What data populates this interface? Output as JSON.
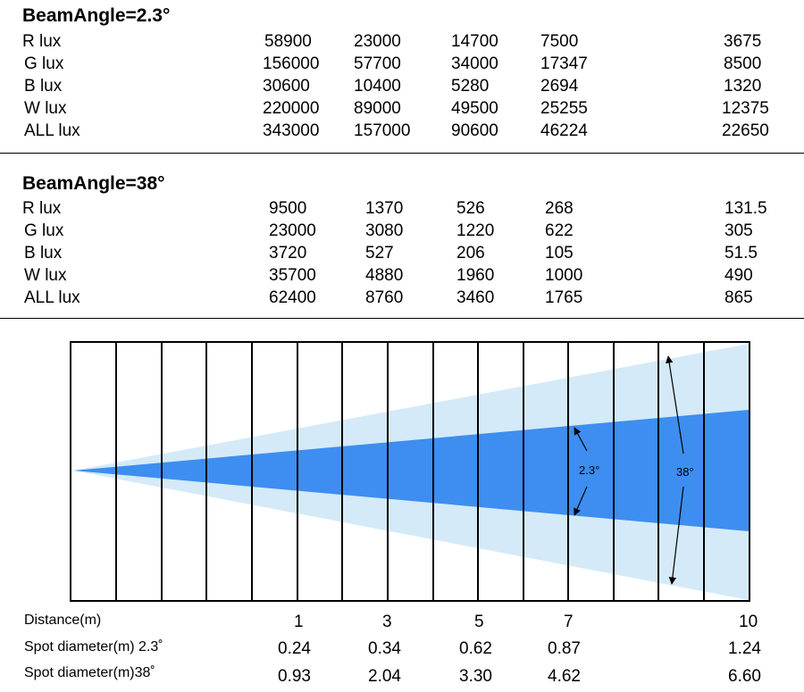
{
  "table1": {
    "title": "BeamAngle=2.3°",
    "rows": [
      {
        "label": "R lux",
        "values": [
          "58900",
          "23000",
          "14700",
          "7500",
          "3675"
        ]
      },
      {
        "label": "G lux",
        "values": [
          "156000",
          "57700",
          "34000",
          "17347",
          "8500"
        ]
      },
      {
        "label": "B lux",
        "values": [
          "30600",
          "10400",
          "5280",
          "2694",
          "1320"
        ]
      },
      {
        "label": "W lux",
        "values": [
          "220000",
          "89000",
          "49500",
          "25255",
          "12375"
        ]
      },
      {
        "label": "ALL lux",
        "values": [
          "343000",
          "157000",
          "90600",
          "46224",
          "22650"
        ]
      }
    ]
  },
  "table2": {
    "title": "BeamAngle=38°",
    "rows": [
      {
        "label": "R lux",
        "values": [
          "9500",
          "1370",
          "526",
          "268",
          "131.5"
        ]
      },
      {
        "label": "G lux",
        "values": [
          "23000",
          "3080",
          "1220",
          "622",
          "305"
        ]
      },
      {
        "label": "B lux",
        "values": [
          "3720",
          "527",
          "206",
          "105",
          "51.5"
        ]
      },
      {
        "label": "W lux",
        "values": [
          "35700",
          "4880",
          "1960",
          "1000",
          "490"
        ]
      },
      {
        "label": "ALL lux",
        "values": [
          "62400",
          "8760",
          "3460",
          "1765",
          "865"
        ]
      }
    ]
  },
  "diagram": {
    "narrow_angle_label": "2.3°",
    "wide_angle_label": "38°",
    "colors": {
      "narrow_beam": "#3d8ef0",
      "wide_beam": "#d4eaf8"
    }
  },
  "bottom": {
    "distance_label": "Distance(m)",
    "spot23_label": "Spot diameter(m) 2.3˚",
    "spot38_label": "Spot diameter(m)38˚",
    "distances": [
      "1",
      "3",
      "5",
      "7",
      "10"
    ],
    "spot23_values": [
      "0.24",
      "0.34",
      "0.62",
      "0.87",
      "1.24"
    ],
    "spot38_values": [
      "0.93",
      "2.04",
      "3.30",
      "4.62",
      "6.60"
    ]
  }
}
